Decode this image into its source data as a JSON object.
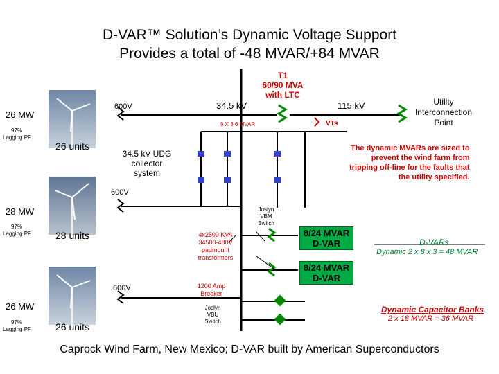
{
  "title_line1": "D-VAR™ Solution’s Dynamic Voltage Support",
  "title_line2": "Provides  a total of -48 MVAR/+84 MVAR",
  "t1": {
    "line1": "T1",
    "line2": "60/90 MVA",
    "line3": "with LTC"
  },
  "kv_345": "34.5 kV",
  "kv_115": "115 kV",
  "utility": {
    "line1": "Utility",
    "line2": "Interconnection",
    "line3": "Point"
  },
  "cap_small": "9 X 3.6 MVAR",
  "vts": "VTs",
  "udg": {
    "line1": "34.5 kV UDG",
    "line2": "collector",
    "line3": "system"
  },
  "note": {
    "line1": "The dynamic MVARs are sized to",
    "line2": "prevent the wind farm from",
    "line3": "tripping off-line for the faults that",
    "line4": "the utility specified."
  },
  "farms": [
    {
      "mw": "26 MW",
      "pf1": "97%",
      "pf2": "Lagging PF",
      "units": "26 units",
      "v": "600V"
    },
    {
      "mw": "28 MW",
      "pf1": "97%",
      "pf2": "Lagging PF",
      "units": "28 units",
      "v": "600V"
    },
    {
      "mw": "26 MW",
      "pf1": "97%",
      "pf2": "Lagging PF",
      "units": "26 units",
      "v": "600V"
    }
  ],
  "joslyn1": {
    "line1": "Joslyn",
    "line2": "VBM",
    "line3": "Switch"
  },
  "padmount": {
    "line1": "4x2500 KVA",
    "line2": "34500-480V",
    "line3": "padmount",
    "line4": "transformers"
  },
  "breaker": {
    "line1": "1200 Amp",
    "line2": "Breaker"
  },
  "joslyn2": {
    "line1": "Joslyn",
    "line2": "VBU",
    "line3": "Switch"
  },
  "dvar1": {
    "line1": "8/24 MVAR",
    "line2": "D-VAR"
  },
  "dvar2": {
    "line1": "8/24 MVAR",
    "line2": "D-VAR"
  },
  "dvars": {
    "title": "D-VARs",
    "sub": "Dynamic 2 x 8 x 3 = 48 MVAR"
  },
  "caps": {
    "title": "Dynamic Capacitor Banks",
    "sub": "2 x 18 MVAR = 36 MVAR"
  },
  "footer": "Caprock Wind Farm, New Mexico; D-VAR built by American Superconductors",
  "colors": {
    "red": "#cc0000",
    "green": "#007a33",
    "dvar_box": "#00aa44",
    "blue": "#3344cc"
  }
}
